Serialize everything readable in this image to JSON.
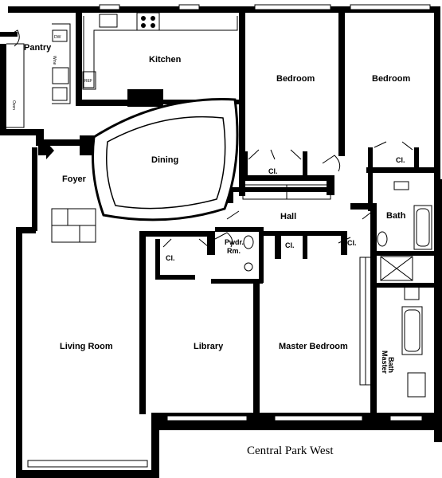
{
  "rooms": {
    "pantry": "Pantry",
    "kitchen": "Kitchen",
    "bedroom1": "Bedroom",
    "bedroom2": "Bedroom",
    "dining": "Dining",
    "foyer": "Foyer",
    "closet_bed1": "Cl.",
    "closet_bed2": "Cl.",
    "hall": "Hall",
    "bath": "Bath",
    "closet_library": "Cl.",
    "powder_room_line1": "Pwdr.",
    "powder_room_line2": "Rm.",
    "closet_master": "Cl.",
    "closet_hall": "Cl.",
    "living_room": "Living Room",
    "library": "Library",
    "master_bedroom": "Master Bedroom",
    "master_bath_line1": "Master",
    "master_bath_line2": "Bath"
  },
  "appliances": {
    "dw": "DW",
    "wine": "Wine",
    "ref": "REF",
    "oven": "Oven"
  },
  "street": "Central Park West",
  "colors": {
    "wall": "#000000",
    "background": "#ffffff"
  },
  "entry_arrow_icon": "arrow-right-icon"
}
